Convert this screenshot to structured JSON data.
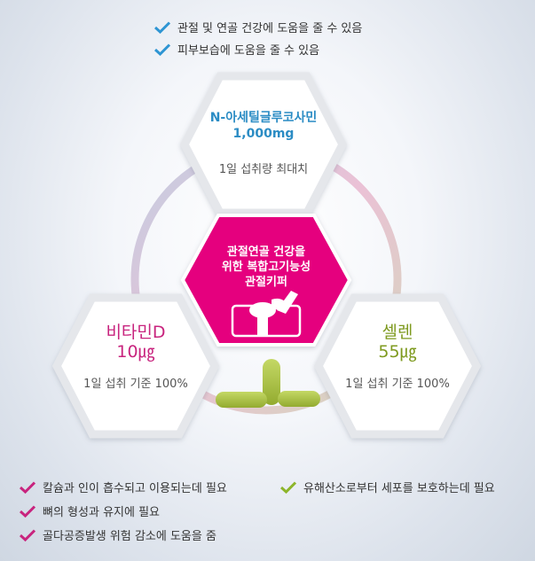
{
  "top_benefits": [
    {
      "text": "관절 및 연골 건강에 도움을 줄 수 있음",
      "icon": "checkmark-icon",
      "color": "#2e95d3"
    },
    {
      "text": "피부보습에 도움을 줄 수 있음",
      "icon": "checkmark-icon",
      "color": "#2e95d3"
    }
  ],
  "top_hex": {
    "name": "N-아세틸글루코사민",
    "amount": "1,000mg",
    "note": "1일 섭취량 최대치"
  },
  "center_hex": {
    "line1": "관절연골 건강을",
    "line2": "위한 복합고기능성",
    "line3": "관절키퍼",
    "color": "#e5007e"
  },
  "left_hex": {
    "name": "비타민D",
    "amount": "10㎍",
    "note": "1일 섭취 기준 100%"
  },
  "right_hex": {
    "name": "셀렌",
    "amount": "55㎍",
    "note": "1일 섭취 기준 100%"
  },
  "bottom_left_benefits": [
    {
      "text": "칼슘과 인이 흡수되고 이용되는데 필요",
      "icon": "checkmark-icon",
      "color": "#c8247e"
    },
    {
      "text": "뼈의 형성과 유지에 필요",
      "icon": "checkmark-icon",
      "color": "#c8247e"
    },
    {
      "text": "골다공증발생 위험 감소에 도움을 줌",
      "icon": "checkmark-icon",
      "color": "#c8247e"
    }
  ],
  "bottom_right_benefits": [
    {
      "text": "유해산소로부터 세포를 보호하는데 필요",
      "icon": "checkmark-icon",
      "color": "#8db52a"
    }
  ]
}
